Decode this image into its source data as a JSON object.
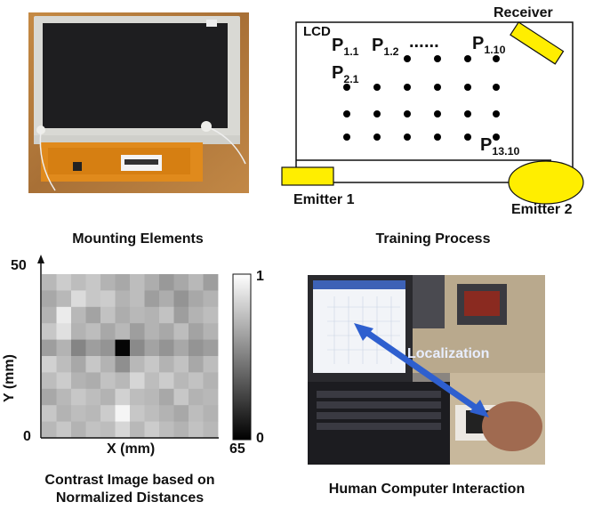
{
  "captions": {
    "top_left": "Mounting Elements",
    "top_right": "Training Process",
    "bottom_left_line1": "Contrast Image based on",
    "bottom_left_line2": "Normalized Distances",
    "bottom_right": "Human Computer Interaction"
  },
  "training": {
    "lcd_label": "LCD",
    "receiver_label": "Receiver",
    "emitter1_label": "Emitter 1",
    "emitter2_label": "Emitter 2",
    "ellipsis": "...",
    "points": [
      {
        "P": "P",
        "sub": "1.1"
      },
      {
        "P": "P",
        "sub": "1.2"
      },
      {
        "P": "P",
        "sub": "1.10"
      },
      {
        "P": "P",
        "sub": "2.1"
      },
      {
        "P": "P",
        "sub": "13.10"
      }
    ],
    "colors": {
      "emitter": "#ffee00",
      "dot": "#000000"
    }
  },
  "heatmap": {
    "ylabel": "Y (mm)",
    "xlabel": "X (mm)",
    "ymax_label": "50",
    "xmax_label": "65",
    "origin_label": "0",
    "colorbar_max": "1",
    "colorbar_min": "0",
    "grid": [
      [
        0.72,
        0.8,
        0.74,
        0.78,
        0.7,
        0.66,
        0.74,
        0.68,
        0.6,
        0.66,
        0.72,
        0.62
      ],
      [
        0.66,
        0.72,
        0.86,
        0.78,
        0.8,
        0.7,
        0.74,
        0.62,
        0.68,
        0.58,
        0.66,
        0.7
      ],
      [
        0.7,
        0.92,
        0.72,
        0.64,
        0.76,
        0.68,
        0.72,
        0.7,
        0.76,
        0.62,
        0.7,
        0.74
      ],
      [
        0.78,
        0.88,
        0.7,
        0.74,
        0.66,
        0.72,
        0.62,
        0.7,
        0.66,
        0.74,
        0.64,
        0.7
      ],
      [
        0.62,
        0.7,
        0.52,
        0.62,
        0.58,
        0.02,
        0.54,
        0.64,
        0.58,
        0.66,
        0.58,
        0.62
      ],
      [
        0.82,
        0.74,
        0.66,
        0.78,
        0.7,
        0.56,
        0.72,
        0.78,
        0.7,
        0.76,
        0.66,
        0.74
      ],
      [
        0.74,
        0.8,
        0.7,
        0.68,
        0.76,
        0.72,
        0.84,
        0.74,
        0.8,
        0.72,
        0.76,
        0.7
      ],
      [
        0.66,
        0.72,
        0.78,
        0.74,
        0.7,
        0.82,
        0.74,
        0.72,
        0.66,
        0.78,
        0.7,
        0.72
      ],
      [
        0.78,
        0.7,
        0.74,
        0.72,
        0.8,
        0.96,
        0.78,
        0.74,
        0.7,
        0.66,
        0.74,
        0.7
      ],
      [
        0.72,
        0.78,
        0.7,
        0.76,
        0.74,
        0.84,
        0.72,
        0.8,
        0.74,
        0.7,
        0.76,
        0.72
      ]
    ]
  },
  "hci": {
    "label": "Localization",
    "arrow_color": "#2e5fcf"
  }
}
